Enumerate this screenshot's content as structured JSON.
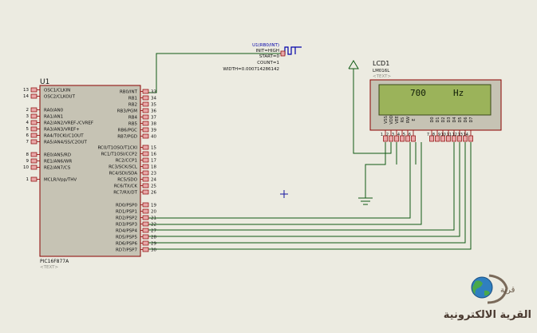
{
  "mcu": {
    "ref": "U1",
    "part": "PIC16F877A",
    "text_tag": "<TEXT>",
    "left_pins": [
      {
        "num": "13",
        "label": "OSC1/CLKIN"
      },
      {
        "num": "14",
        "label": "OSC2/CLKOUT"
      },
      {
        "num": "2",
        "label": "RA0/AN0"
      },
      {
        "num": "3",
        "label": "RA1/AN1"
      },
      {
        "num": "4",
        "label": "RA2/AN2/VREF-/CVREF"
      },
      {
        "num": "5",
        "label": "RA3/AN3/VREF+"
      },
      {
        "num": "6",
        "label": "RA4/T0CKI/C1OUT"
      },
      {
        "num": "7",
        "label": "RA5/AN4/SS/C2OUT"
      },
      {
        "num": "8",
        "label": "RE0/AN5/RD"
      },
      {
        "num": "9",
        "label": "RE1/AN6/WR"
      },
      {
        "num": "10",
        "label": "RE2/AN7/CS"
      },
      {
        "num": "1",
        "label": "MCLR/Vpp/THV"
      }
    ],
    "right_pins": [
      {
        "num": "33",
        "label": "RB0/INT"
      },
      {
        "num": "34",
        "label": "RB1"
      },
      {
        "num": "35",
        "label": "RB2"
      },
      {
        "num": "36",
        "label": "RB3/PGM"
      },
      {
        "num": "37",
        "label": "RB4"
      },
      {
        "num": "38",
        "label": "RB5"
      },
      {
        "num": "39",
        "label": "RB6/PGC"
      },
      {
        "num": "40",
        "label": "RB7/PGD"
      },
      {
        "num": "15",
        "label": "RC0/T1OSO/T1CKI"
      },
      {
        "num": "16",
        "label": "RC1/T1OSI/CCP2"
      },
      {
        "num": "17",
        "label": "RC2/CCP1"
      },
      {
        "num": "18",
        "label": "RC3/SCK/SCL"
      },
      {
        "num": "23",
        "label": "RC4/SDI/SDA"
      },
      {
        "num": "24",
        "label": "RC5/SDO"
      },
      {
        "num": "25",
        "label": "RC6/TX/CK"
      },
      {
        "num": "26",
        "label": "RC7/RX/DT"
      },
      {
        "num": "19",
        "label": "RD0/PSP0"
      },
      {
        "num": "20",
        "label": "RD1/PSP1"
      },
      {
        "num": "21",
        "label": "RD2/PSP2"
      },
      {
        "num": "22",
        "label": "RD3/PSP3"
      },
      {
        "num": "27",
        "label": "RD4/PSP4"
      },
      {
        "num": "28",
        "label": "RD5/PSP5"
      },
      {
        "num": "29",
        "label": "RD6/PSP6"
      },
      {
        "num": "30",
        "label": "RD7/PSP7"
      }
    ]
  },
  "generator": {
    "title": "U1(RB0/INT)",
    "params": [
      "INIT=HIGH",
      "START=0",
      "COUNT=1",
      "WIDTH=0.000714286142"
    ]
  },
  "lcd": {
    "ref": "LCD1",
    "part": "LM016L",
    "text_tag": "<TEXT>",
    "display_value": "700",
    "display_unit": "Hz",
    "pins": [
      {
        "num": "1",
        "label": "VSS"
      },
      {
        "num": "2",
        "label": "VDD"
      },
      {
        "num": "3",
        "label": "VEE"
      },
      {
        "num": "4",
        "label": "RS"
      },
      {
        "num": "5",
        "label": "RW"
      },
      {
        "num": "6",
        "label": "E"
      },
      {
        "num": "7",
        "label": "D0"
      },
      {
        "num": "8",
        "label": "D1"
      },
      {
        "num": "9",
        "label": "D2"
      },
      {
        "num": "10",
        "label": "D3"
      },
      {
        "num": "11",
        "label": "D4"
      },
      {
        "num": "12",
        "label": "D5"
      },
      {
        "num": "13",
        "label": "D6"
      },
      {
        "num": "14",
        "label": "D7"
      }
    ]
  },
  "watermark": {
    "text": "القرية الالكترونية",
    "logo_text": "قرية"
  },
  "colors": {
    "background": "#ecebe1",
    "wire": "#0f5a14",
    "chip_fill": "#c6c3b4",
    "chip_border": "#8b0000",
    "lcd_screen": "#9bb35a",
    "pin_box": "#e8a8a8"
  }
}
